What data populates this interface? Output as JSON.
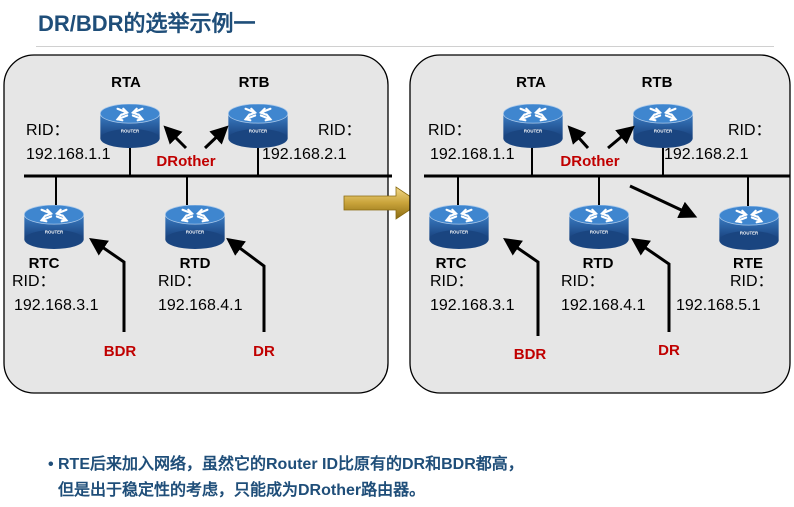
{
  "title": "DR/BDR的选举示例一",
  "rid_label": "RID：",
  "router_icon_text": "ROUTER",
  "left": {
    "routers": {
      "rta": {
        "name": "RTA",
        "rid": "192.168.1.1"
      },
      "rtb": {
        "name": "RTB",
        "rid": "192.168.2.1"
      },
      "rtc": {
        "name": "RTC",
        "rid": "192.168.3.1"
      },
      "rtd": {
        "name": "RTD",
        "rid": "192.168.4.1"
      }
    },
    "roles": {
      "drother": "DRother",
      "bdr": "BDR",
      "dr": "DR"
    }
  },
  "right": {
    "routers": {
      "rta": {
        "name": "RTA",
        "rid": "192.168.1.1"
      },
      "rtb": {
        "name": "RTB",
        "rid": "192.168.2.1"
      },
      "rtc": {
        "name": "RTC",
        "rid": "192.168.3.1"
      },
      "rtd": {
        "name": "RTD",
        "rid": "192.168.4.1"
      },
      "rte": {
        "name": "RTE",
        "rid": "192.168.5.1"
      }
    },
    "roles": {
      "drother": "DRother",
      "bdr": "BDR",
      "dr": "DR"
    }
  },
  "note": {
    "bullet": "•",
    "line1": "RTE后来加入网络，虽然它的Router ID比原有的DR和BDR都高，",
    "line2": "但是出于稳定性的考虑，只能成为DRother路由器。"
  },
  "colors": {
    "title": "#1f4e79",
    "role": "#c00000",
    "router": "#1f5fa8",
    "panel": "#e6e6e6"
  },
  "icons": {
    "router": "router-icon",
    "transition": "transition-arrow-icon"
  }
}
